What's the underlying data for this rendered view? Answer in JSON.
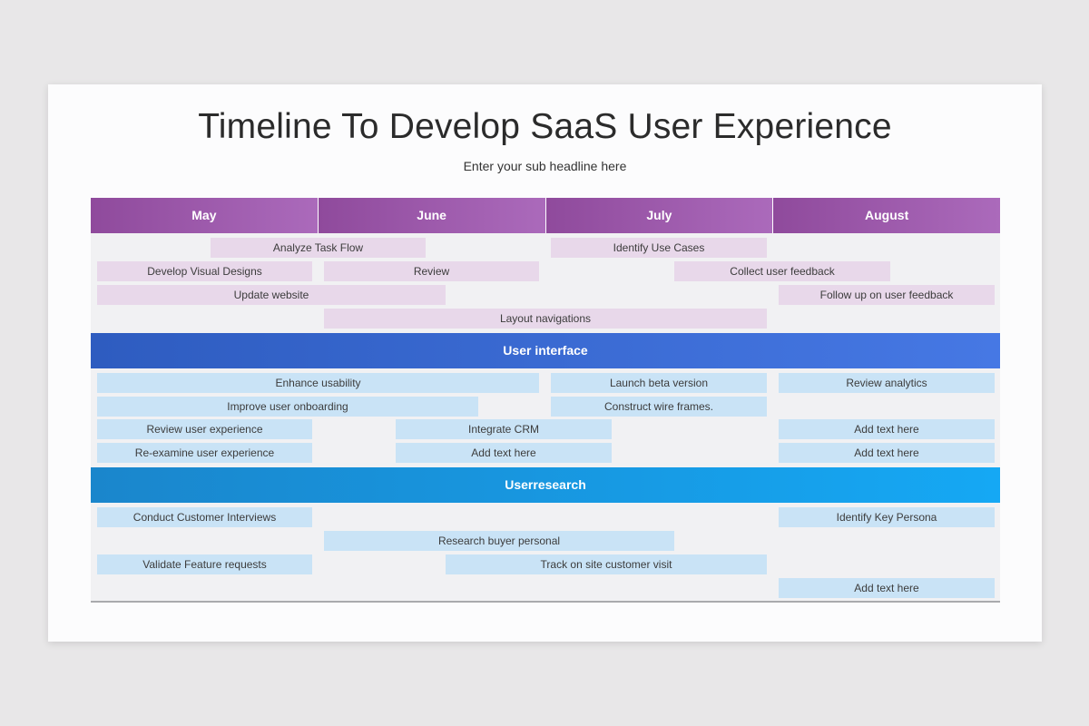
{
  "title": "Timeline To Develop SaaS User Experience",
  "subtitle": "Enter your sub headline here",
  "months": [
    "May",
    "June",
    "July",
    "August"
  ],
  "sections": {
    "user_interface": "User interface",
    "user_research": "Userresearch"
  },
  "tasks": {
    "analyze_task_flow": "Analyze Task Flow",
    "identify_use_cases": "Identify Use Cases",
    "develop_visual_designs": "Develop Visual Designs",
    "review": "Review",
    "collect_user_feedback": "Collect user feedback",
    "update_website": "Update website",
    "follow_up_feedback": "Follow up on user feedback",
    "layout_navigations": "Layout navigations",
    "enhance_usability": "Enhance usability",
    "launch_beta": "Launch beta version",
    "review_analytics": "Review analytics",
    "improve_onboarding": "Improve user onboarding",
    "construct_wire_frames": "Construct wire frames.",
    "review_user_experience": "Review user experience",
    "integrate_crm": "Integrate CRM",
    "add_text_1": "Add text here",
    "reexamine_user_experience": "Re-examine user experience",
    "add_text_2": "Add text here",
    "add_text_3": "Add text here",
    "conduct_interviews": "Conduct Customer Interviews",
    "identify_persona": "Identify Key Persona",
    "research_buyer": "Research buyer personal",
    "validate_feature_requests": "Validate Feature requests",
    "track_site_visit": "Track on site customer visit",
    "add_text_4": "Add text here"
  },
  "colors": {
    "month_header": "#9a55a8",
    "purple_bar": "#e8d8ea",
    "user_interface_band": "#3a6ad2",
    "user_research_band": "#1898e0",
    "blue_bar": "#c9e3f6"
  }
}
